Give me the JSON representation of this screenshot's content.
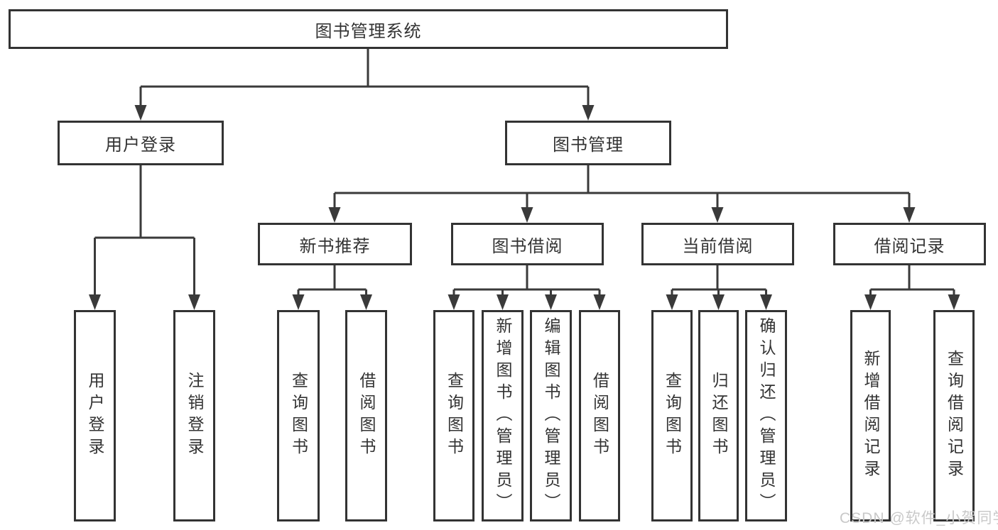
{
  "colors": {
    "box_border": "#333333",
    "text": "#333333",
    "connector_line": "#3a3a3a",
    "watermark_text": "#c9c9c9",
    "background": "#ffffff"
  },
  "diagram": {
    "type": "tree",
    "nodes": {
      "root": "图书管理系统",
      "user_login": "用户登录",
      "book_mgmt": "图书管理",
      "new_book_rec": "新书推荐",
      "book_borrow": "图书借阅",
      "current_borrow": "当前借阅",
      "borrow_records": "借阅记录",
      "leaf_user_login": "用户登录",
      "leaf_logout": "注销登录",
      "rec_query_book": "查询图书",
      "rec_borrow_book": "借阅图书",
      "bb_query_book": "查询图书",
      "bb_add_book": "新增图书（管理员）",
      "bb_edit_book": "编辑图书（管理员）",
      "bb_borrow_book": "借阅图书",
      "cb_query_book": "查询图书",
      "cb_return_book": "归还图书",
      "cb_confirm_return": "确认归还（管理员）",
      "br_add_record": "新增借阅记录",
      "br_query_record": "查询借阅记录"
    },
    "hierarchy": {
      "图书管理系统": {
        "用户登录": [
          "用户登录",
          "注销登录"
        ],
        "图书管理": {
          "新书推荐": [
            "查询图书",
            "借阅图书"
          ],
          "图书借阅": [
            "查询图书",
            "新增图书（管理员）",
            "编辑图书（管理员）",
            "借阅图书"
          ],
          "当前借阅": [
            "查询图书",
            "归还图书",
            "确认归还（管理员）"
          ],
          "借阅记录": [
            "新增借阅记录",
            "查询借阅记录"
          ]
        }
      }
    }
  },
  "watermark": {
    "text": "CSDN @软件_小贺同学"
  }
}
